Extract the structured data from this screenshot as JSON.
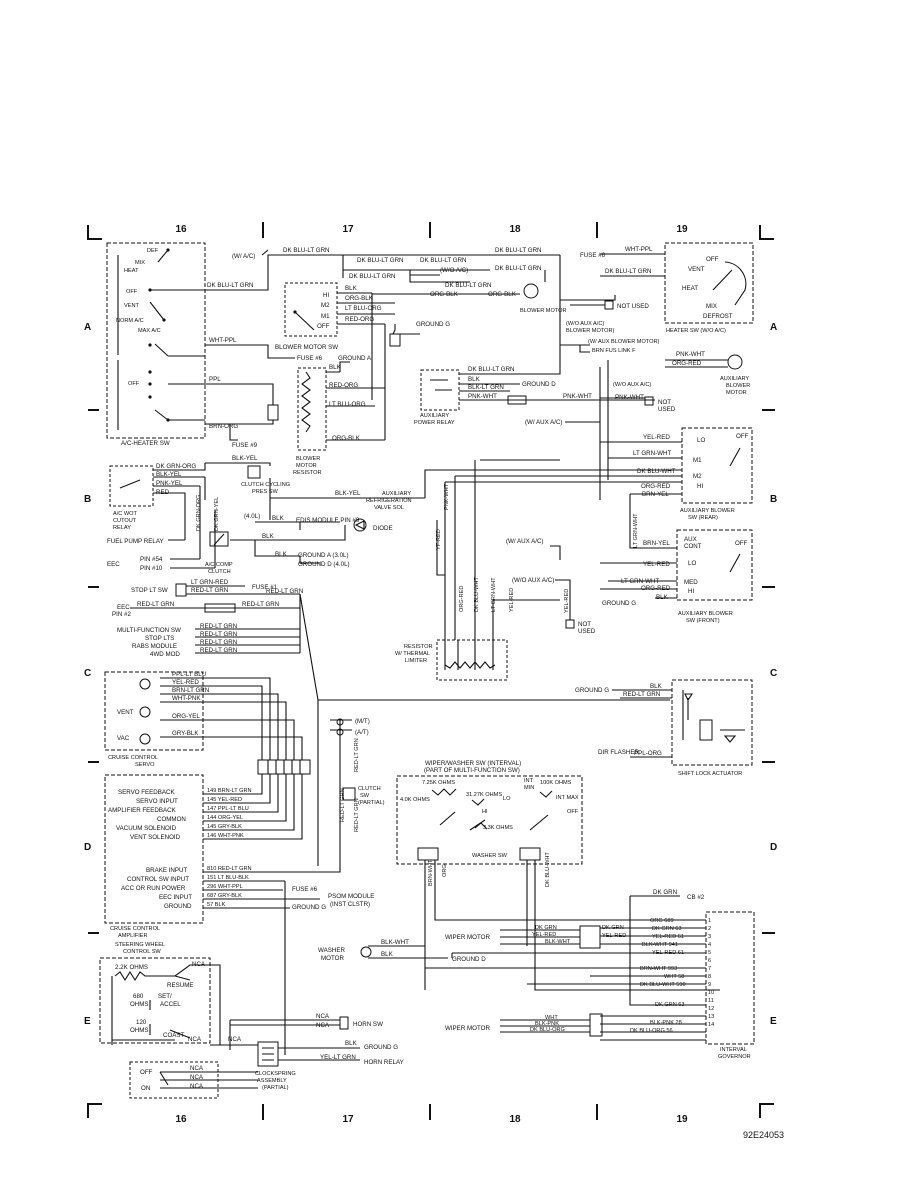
{
  "doc_id": "92E24053",
  "grid": {
    "columns": [
      "16",
      "17",
      "18",
      "19"
    ],
    "rows": [
      "A",
      "B",
      "C",
      "D",
      "E"
    ]
  },
  "components": {
    "ac_heater_sw": "A/C-HEATER SW",
    "ac_positions": [
      "DEF",
      "MIX",
      "HEAT",
      "OFF",
      "VENT",
      "NORM A/C",
      "MAX A/C",
      "OFF"
    ],
    "blower_motor_sw": "BLOWER MOTOR SW",
    "blower_positions": [
      "HI",
      "M2",
      "M1",
      "OFF"
    ],
    "blower_motor_resistor": "BLOWER MOTOR RESISTOR",
    "blower_motor": "BLOWER MOTOR",
    "heater_sw": "HEATER SW (W/O A/C)",
    "heater_positions": [
      "OFF",
      "VENT",
      "HEAT",
      "MIX",
      "DEFROST"
    ],
    "aux_power_relay": "AUXILIARY POWER RELAY",
    "aux_blower_motor": "AUXILIARY BLOWER MOTOR",
    "aux_blower_sw_rear": "AUXILIARY BLOWER SW (REAR)",
    "aux_blower_sw_front": "AUXILIARY BLOWER SW (FRONT)",
    "rear_positions": [
      "LO",
      "OFF",
      "M1",
      "M2",
      "HI"
    ],
    "front_positions": [
      "AUX CONT",
      "OFF",
      "LO",
      "MED",
      "HI"
    ],
    "clutch_cycling": "CLUTCH CYCLING PRES SW",
    "ac_wot_relay": "A/C WOT CUTOUT RELAY",
    "fuel_pump_relay": "FUEL PUMP RELAY",
    "aux_refrig_valve": "AUXILIARY REFRIGERATION VALVE SOL",
    "edis_module": "EDIS MODULE PIN #9",
    "diode": "DIODE",
    "ac_comp_clutch": "A/C COMP CLUTCH",
    "resistor_thermal": "RESISTOR W/ THERMAL LIMITER",
    "stop_lt_sw": "STOP LT SW",
    "cruise_servo": "CRUISE CONTROL SERVO",
    "cruise_amp": "CRUISE CONTROL AMPLIFIER",
    "clutch_sw": "CLUTCH SW (PARTIAL)",
    "wiper_washer_sw": "WIPER/WASHER SW (INTERVAL) (PART OF MULTI-FUNCTION SW)",
    "washer_sw": "WASHER SW",
    "shift_lock": "SHIFT LOCK ACTUATOR",
    "steering_wheel_sw": "STEERING WHEEL CONTROL SW",
    "clockspring": "CLOCKSPRING ASSEMBLY (PARTIAL)",
    "horn_sw": "HORN SW",
    "horn_relay": "HORN RELAY",
    "washer_motor": "WASHER MOTOR",
    "wiper_motor": "WIPER MOTOR",
    "interval_governor": "INTERVAL GOVERNOR",
    "psom": "PSOM MODULE (INST CLSTR)"
  },
  "labels": {
    "w_ac": "(W/ A/C)",
    "wo_ac": "(W/O A/C)",
    "w_aux_ac": "(W/ AUX A/C)",
    "wo_aux_ac": "(W/O AUX A/C)",
    "wo_aux_blower": "(W/O AUX BLOWER MOTOR)",
    "w_aux_blower": "(W/ AUX BLOWER MOTOR)",
    "brn_fus_link": "BRN FUS LINK F",
    "fuse6": "FUSE #6",
    "fuse9": "FUSE #9",
    "fuse1": "FUSE #1",
    "not_used": "NOT USED",
    "gnd_a": "GROUND A",
    "gnd_d": "GROUND D",
    "gnd_g": "GROUND G",
    "gnd_a30": "GROUND A (3.0L)",
    "gnd_d40": "GROUND D (4.0L)",
    "l40": "(4.0L)",
    "pin54": "PIN #54",
    "pin10": "PIN #10",
    "eec": "EEC",
    "eec_pin2": "EEC PIN #2",
    "mt": "(M/T)",
    "at": "(A/T)",
    "dir_flasher": "DIR FLASHER",
    "cb2": "CB #2",
    "multi_fn": "MULTI-FUNCTION SW",
    "stop_lts": "STOP LTS",
    "rabs": "RABS MODULE",
    "wd4": "4WD MOD"
  },
  "wires": {
    "dk_blu_lt_grn": "DK BLU-LT GRN",
    "org_blk": "ORG-BLK",
    "lt_blu_org": "LT BLU-ORG",
    "red_org": "RED-ORG",
    "blk": "BLK",
    "wht_ppl": "WHT-PPL",
    "ppl": "PPL",
    "brn_org": "BRN-ORG",
    "blk_yel": "BLK-YEL",
    "dk_grn_org": "DK GRN-ORG",
    "pnk_yel": "PNK-YEL",
    "red": "RED",
    "dk_grn_yel": "DK GRN-YEL",
    "blk_lt_grn": "BLK-LT GRN",
    "pnk_wht": "PNK-WHT",
    "org_red": "ORG-RED",
    "yel_red": "YEL-RED",
    "lt_grn_wht": "LT GRN-WHT",
    "dk_blu_wht": "DK BLU-WHT",
    "org_red2": "ORG-RED",
    "brn_yel": "BRN-YEL",
    "lt_grn_red": "LT GRN-RED",
    "red_lt_grn": "RED-LT GRN",
    "org_yel": "ORG-YEL",
    "gry_blk": "GRY-BLK",
    "ppl_lt_blu": "PPL-LT BLU",
    "yel_red2": "YEL-RED",
    "brn_lt_grn": "BRN-LT GRN",
    "wht_pnk": "WHT-PNK",
    "ppl_org": "PPL-ORG",
    "blk_wht": "BLK-WHT",
    "dk_grn": "DK GRN",
    "yel_lt_grn": "YEL-LT GRN",
    "blk_pnk": "BLK-PNK",
    "dk_blu_org": "DK BLU-ORG",
    "wht": "WHT",
    "brn_wht": "BRN-WHT",
    "yf_red": "YF-RED"
  },
  "cruise": {
    "servo_pins": [
      "PPL-LT BLU",
      "YEL-RED",
      "BRN-LT GRN",
      "WHT-PNK"
    ],
    "servo_sides": [
      "VENT",
      "VAC"
    ],
    "amp_inputs": [
      "SERVO FEEDBACK",
      "SERVO INPUT",
      "AMPLIFIER FEEDBACK",
      "COMMON",
      "VACUUM SOLENOID",
      "VENT SOLENOID"
    ],
    "amp_circuits": [
      "149 BRN-LT GRN",
      "145 YEL-RED",
      "147 PPL-LT BLU",
      "144 ORG-YEL",
      "145 GRY-BLK",
      "146 WHT-PNK"
    ],
    "amp_inputs2": [
      "BRAKE INPUT",
      "CONTROL SW INPUT",
      "ACC OR RUN POWER",
      "EEC INPUT",
      "GROUND"
    ],
    "amp_circuits2": [
      "810 RED-LT GRN",
      "151 LT BLU-BLK",
      "296 WHT-PPL",
      "687 GRY-BLK",
      "57 BLK"
    ]
  },
  "wiper": {
    "ohms": [
      "7.25K OHMS",
      "4.0K OHMS",
      "31.27K OHMS",
      "3.3K OHMS",
      "100K OHMS"
    ],
    "positions": [
      "INT MIN",
      "INT MAX",
      "LO",
      "HI",
      "OFF"
    ],
    "governor_pins": [
      "1",
      "2",
      "3",
      "4",
      "5",
      "6",
      "7",
      "8",
      "9",
      "10",
      "11",
      "12",
      "13",
      "14"
    ],
    "governor_wires": [
      "ORG 689",
      "DK GRN 63",
      "YEL-RED 61",
      "BLK-WHT 941",
      "YEL-RED 61",
      "",
      "BRN-WHT 993",
      "WHT 58",
      "DK BLU-WHT 590",
      "",
      "DK GRN 63",
      "",
      "BLK-PNK 28",
      "DK BLU-ORG 56"
    ]
  },
  "steering": {
    "resistors": [
      "2.2K OHMS",
      "680 OHMS",
      "120 OHMS"
    ],
    "buttons": [
      "RESUME",
      "SET/ ACCEL",
      "COAST"
    ],
    "horn_positions": [
      "OFF",
      "ON"
    ],
    "nca": "NCA"
  }
}
